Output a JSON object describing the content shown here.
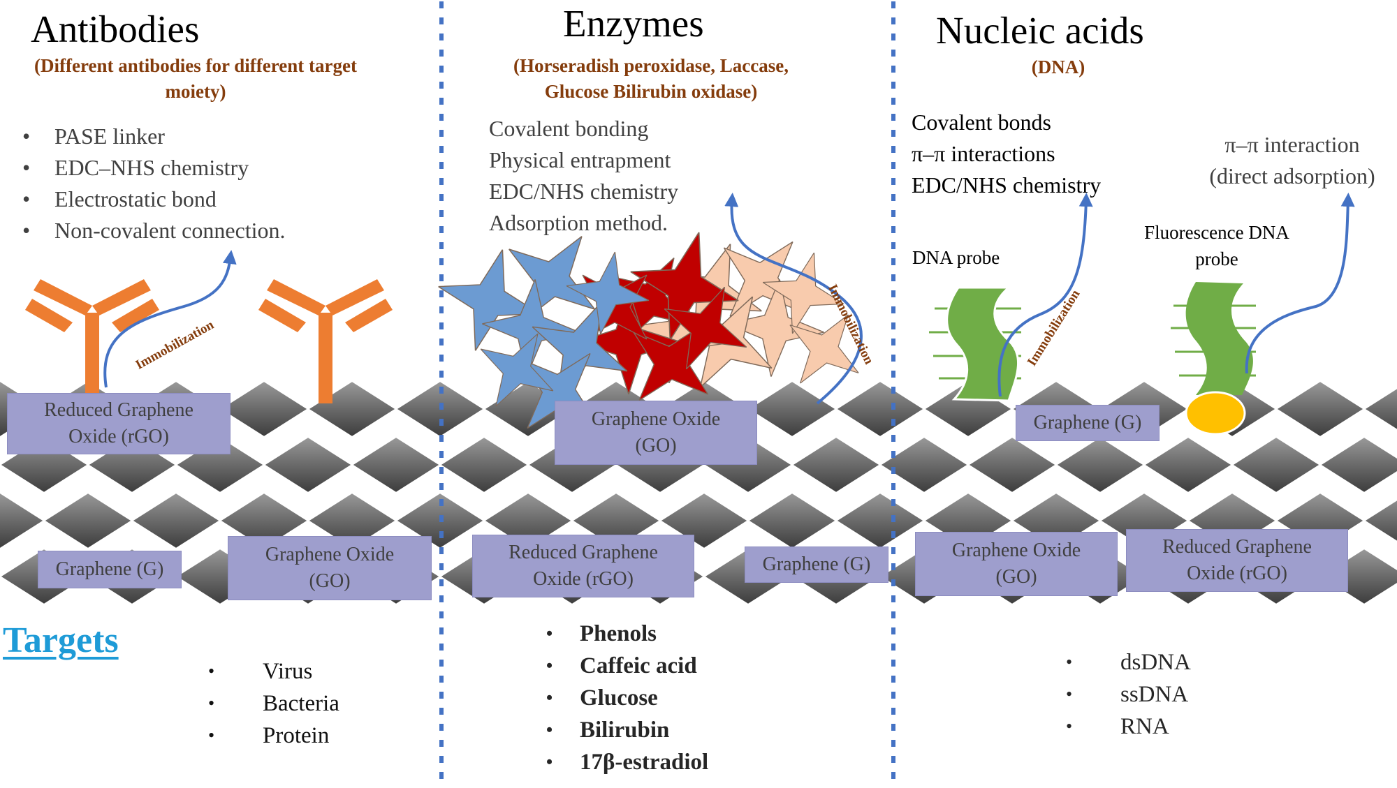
{
  "sections": {
    "antibodies": {
      "title": "Antibodies",
      "subtitle_line1": "(Different antibodies  for different target",
      "subtitle_line2": "moiety)",
      "methods": [
        "PASE linker",
        "EDC–NHS chemistry",
        "Electrostatic bond",
        "Non-covalent connection."
      ],
      "immobilization_label": "Immobilization",
      "boxes": {
        "rgo_top": [
          "Reduced Graphene",
          "Oxide (rGO)"
        ],
        "g_bottom": "Graphene (G)",
        "go_bottom": [
          "Graphene Oxide",
          "(GO)"
        ]
      },
      "targets_heading": "Targets",
      "targets": [
        "Virus",
        "Bacteria",
        "Protein"
      ]
    },
    "enzymes": {
      "title": "Enzymes",
      "subtitle_line1": "(Horseradish  peroxidase, Laccase,",
      "subtitle_line2": "Glucose Bilirubin  oxidase)",
      "methods": [
        "Covalent bonding",
        "Physical entrapment",
        "EDC/NHS chemistry",
        "Adsorption method."
      ],
      "immobilization_label": "Immobilization",
      "boxes": {
        "go_top": [
          "Graphene Oxide",
          "(GO)"
        ],
        "rgo_bottom": [
          "Reduced Graphene",
          "Oxide (rGO)"
        ],
        "g_bottom": "Graphene (G)"
      },
      "targets": [
        "Phenols",
        "Caffeic acid",
        "Glucose",
        "Bilirubin",
        " 17β-estradiol"
      ]
    },
    "nucleic": {
      "title": "Nucleic acids",
      "subtitle": "(DNA)",
      "methods": [
        "Covalent bonds",
        "π–π interactions",
        "EDC/NHS chemistry"
      ],
      "interaction_line1": "π–π interaction",
      "interaction_line2": "(direct adsorption)",
      "dna_probe": "DNA probe",
      "fluor_probe_line1": "Fluorescence DNA",
      "fluor_probe_line2": "probe",
      "immobilization_label": "Immobilization",
      "boxes": {
        "g_top": "Graphene (G)",
        "go_bottom": [
          "Graphene Oxide",
          "(GO)"
        ],
        "rgo_bottom": [
          "Reduced Graphene",
          "Oxide (rGO)"
        ]
      },
      "targets": [
        "dsDNA",
        "ssDNA",
        "RNA"
      ]
    }
  },
  "colors": {
    "divider": "#4472c4",
    "antibody": "#ed7d31",
    "arrow": "#4472c4",
    "box_fill": "#9e9ecd",
    "star_blue": "#6c9bd2",
    "star_red": "#c00000",
    "star_peach": "#f8cbad",
    "dna_green": "#70ad47",
    "fluorophore": "#ffc000",
    "subtitle_text": "#843c0c",
    "targets_heading": "#1e9bd7"
  }
}
